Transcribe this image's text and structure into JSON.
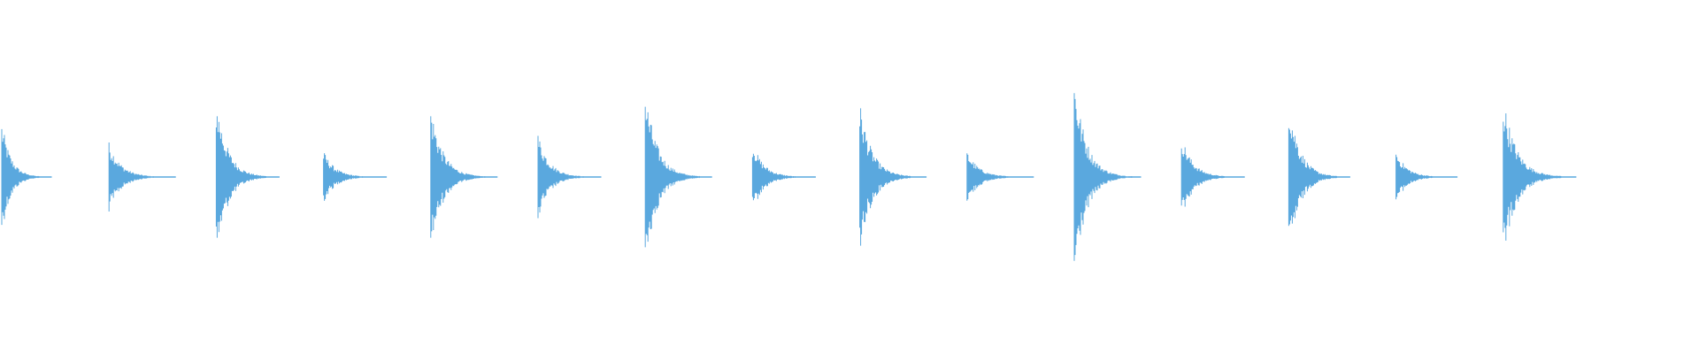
{
  "waveform": {
    "color": "#5aa8de",
    "background": "#ffffff",
    "transients": [
      {
        "peak": 0.32,
        "decay": 0.55
      },
      {
        "peak": 0.2,
        "decay": 0.8
      },
      {
        "peak": 0.46,
        "decay": 0.75
      },
      {
        "peak": 0.15,
        "decay": 0.75
      },
      {
        "peak": 0.41,
        "decay": 0.8
      },
      {
        "peak": 0.25,
        "decay": 0.75
      },
      {
        "peak": 0.5,
        "decay": 0.8
      },
      {
        "peak": 0.2,
        "decay": 0.75
      },
      {
        "peak": 0.43,
        "decay": 0.8
      },
      {
        "peak": 0.15,
        "decay": 0.8
      },
      {
        "peak": 0.58,
        "decay": 0.8
      },
      {
        "peak": 0.24,
        "decay": 0.75
      },
      {
        "peak": 0.46,
        "decay": 0.72
      },
      {
        "peak": 0.15,
        "decay": 0.72
      },
      {
        "peak": 0.46,
        "decay": 0.9
      }
    ]
  }
}
